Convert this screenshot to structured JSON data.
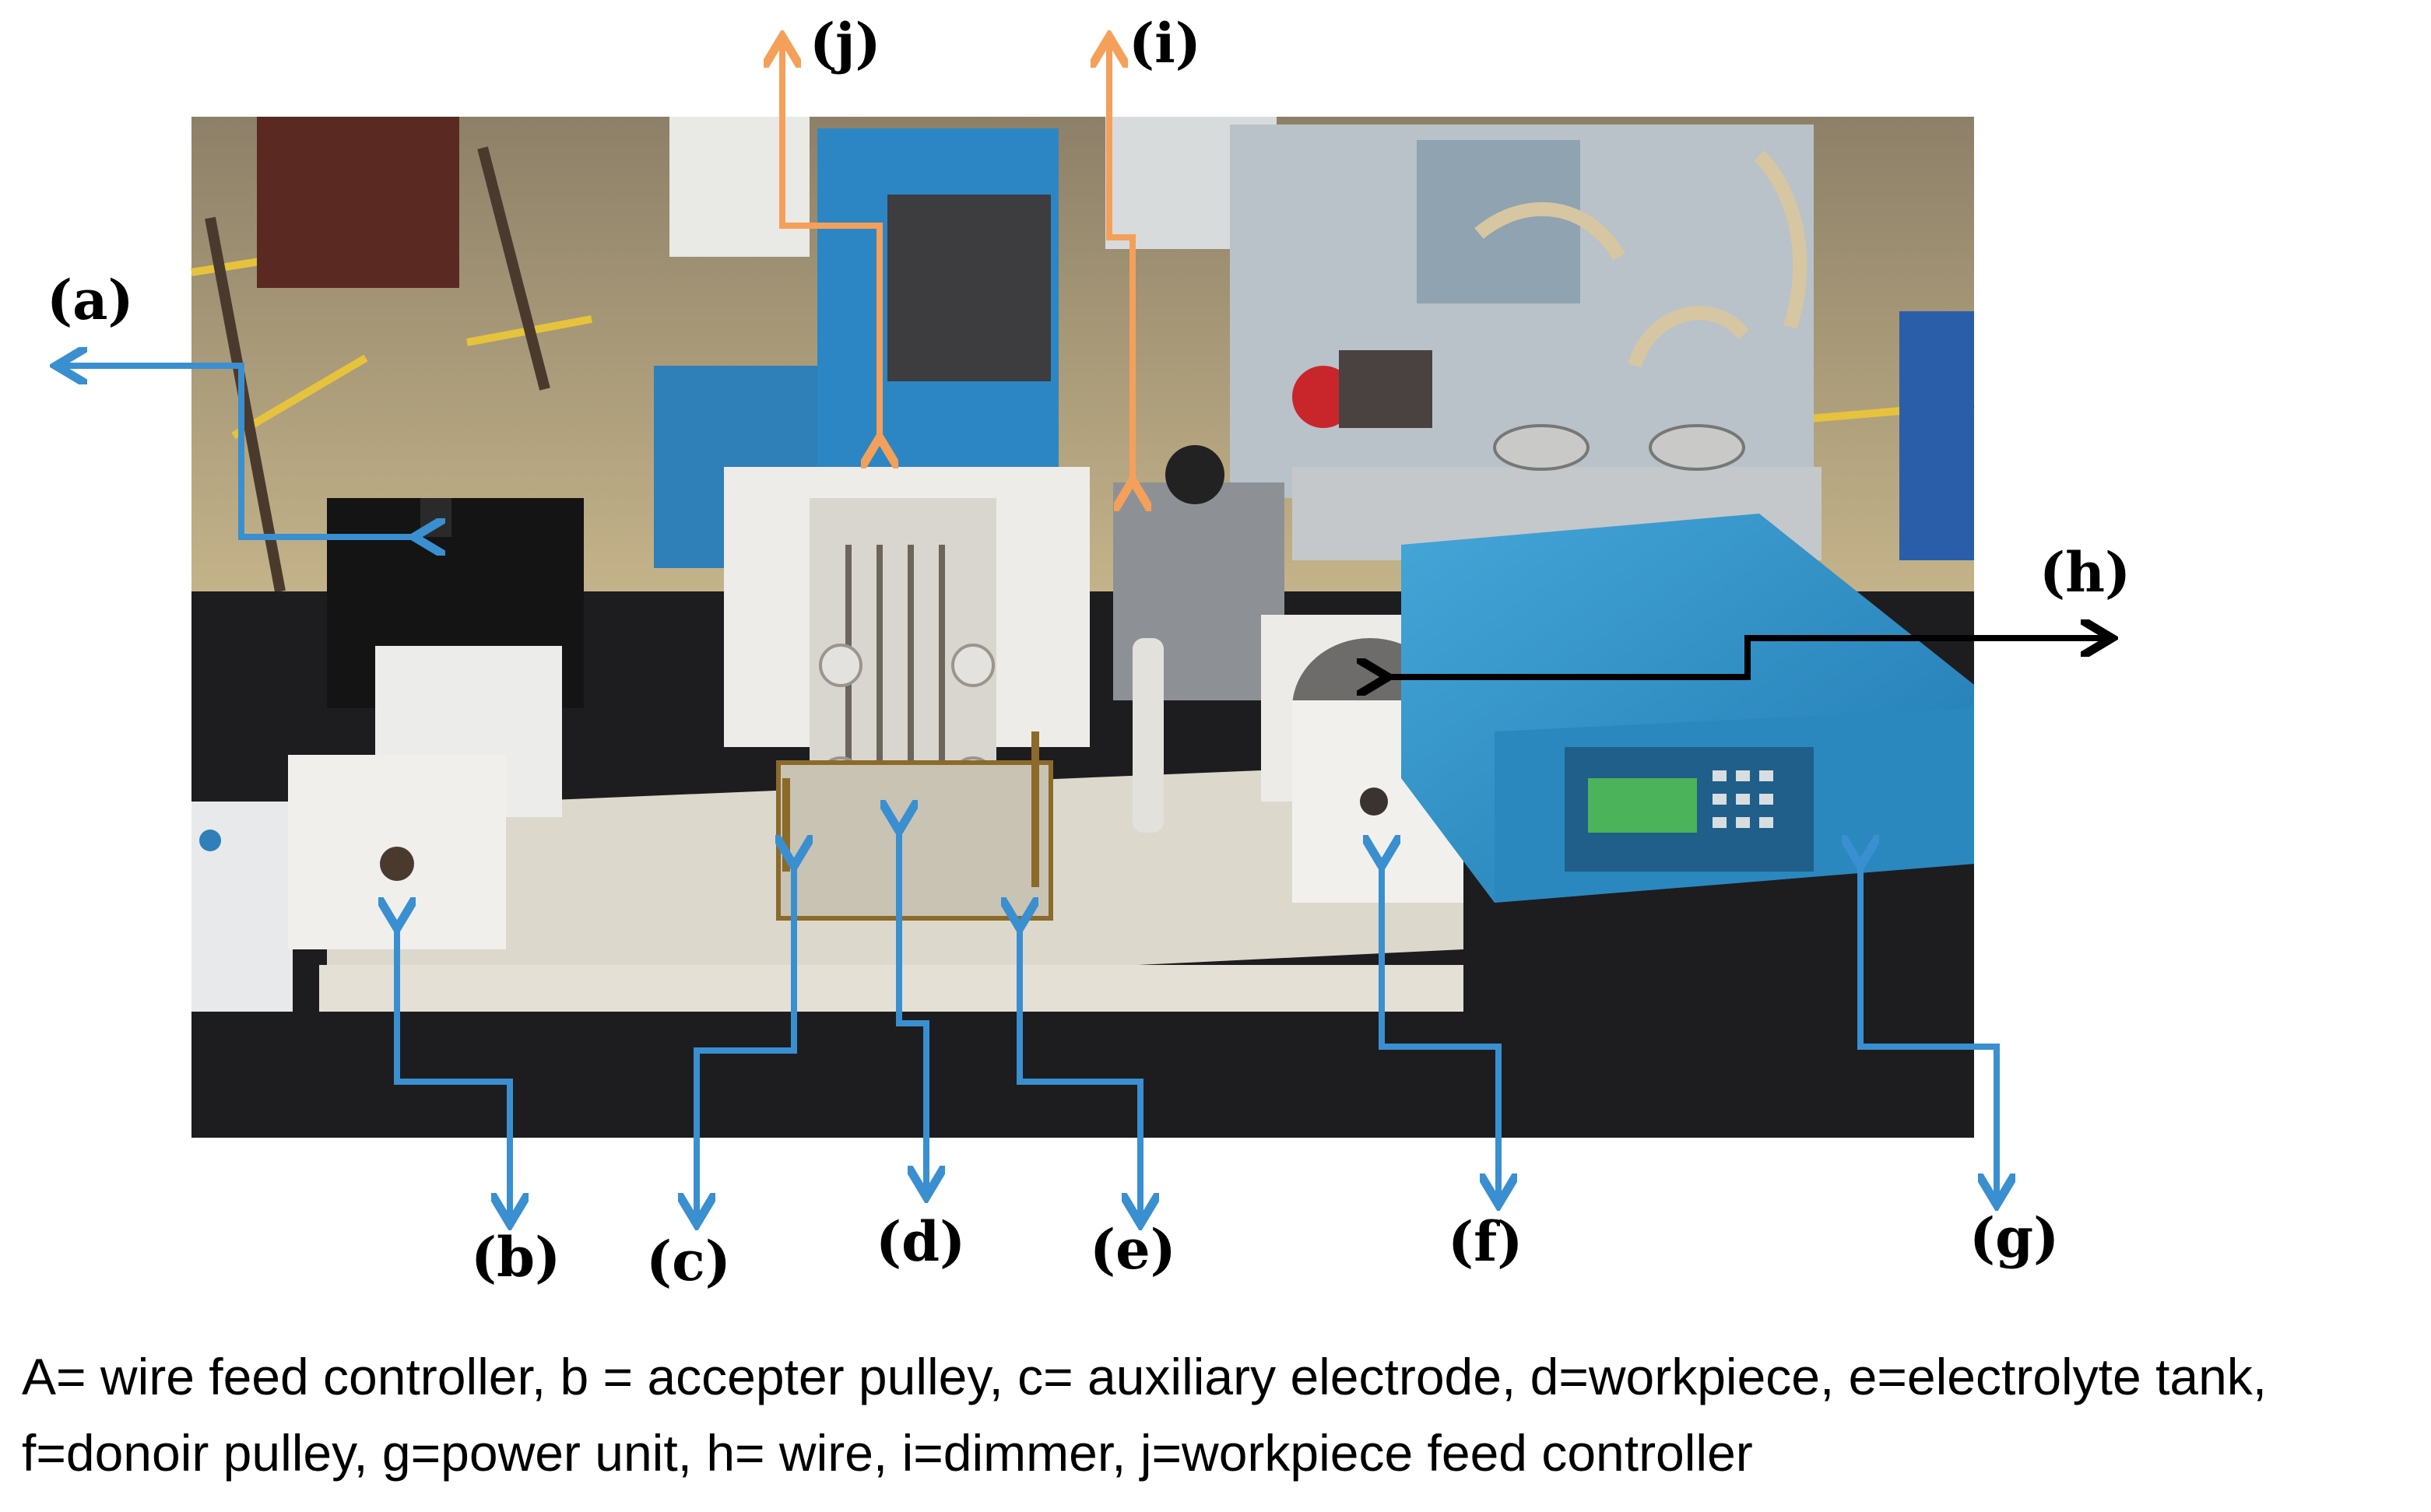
{
  "labels": {
    "a": "(a)",
    "b": "(b)",
    "c": "(c)",
    "d": "(d)",
    "e": "(e)",
    "f": "(f)",
    "g": "(g)",
    "h": "(h)",
    "i": "(i)",
    "j": "(j)"
  },
  "caption": {
    "line1": "A= wire feed controller, b = accepter pulley, c= auxiliary electrode, d=workpiece, e=electrolyte tank,",
    "line2": "f=donoir pulley, g=power unit, h= wire, i=dimmer, j=workpiece feed controller"
  },
  "colors": {
    "blue_arrow": "#3a8fd0",
    "orange_arrow": "#f5a05a",
    "black_arrow": "#000000",
    "floor": "#c9b98d",
    "table": "#1c1c1e",
    "power_unit": "#2f8fc4"
  }
}
